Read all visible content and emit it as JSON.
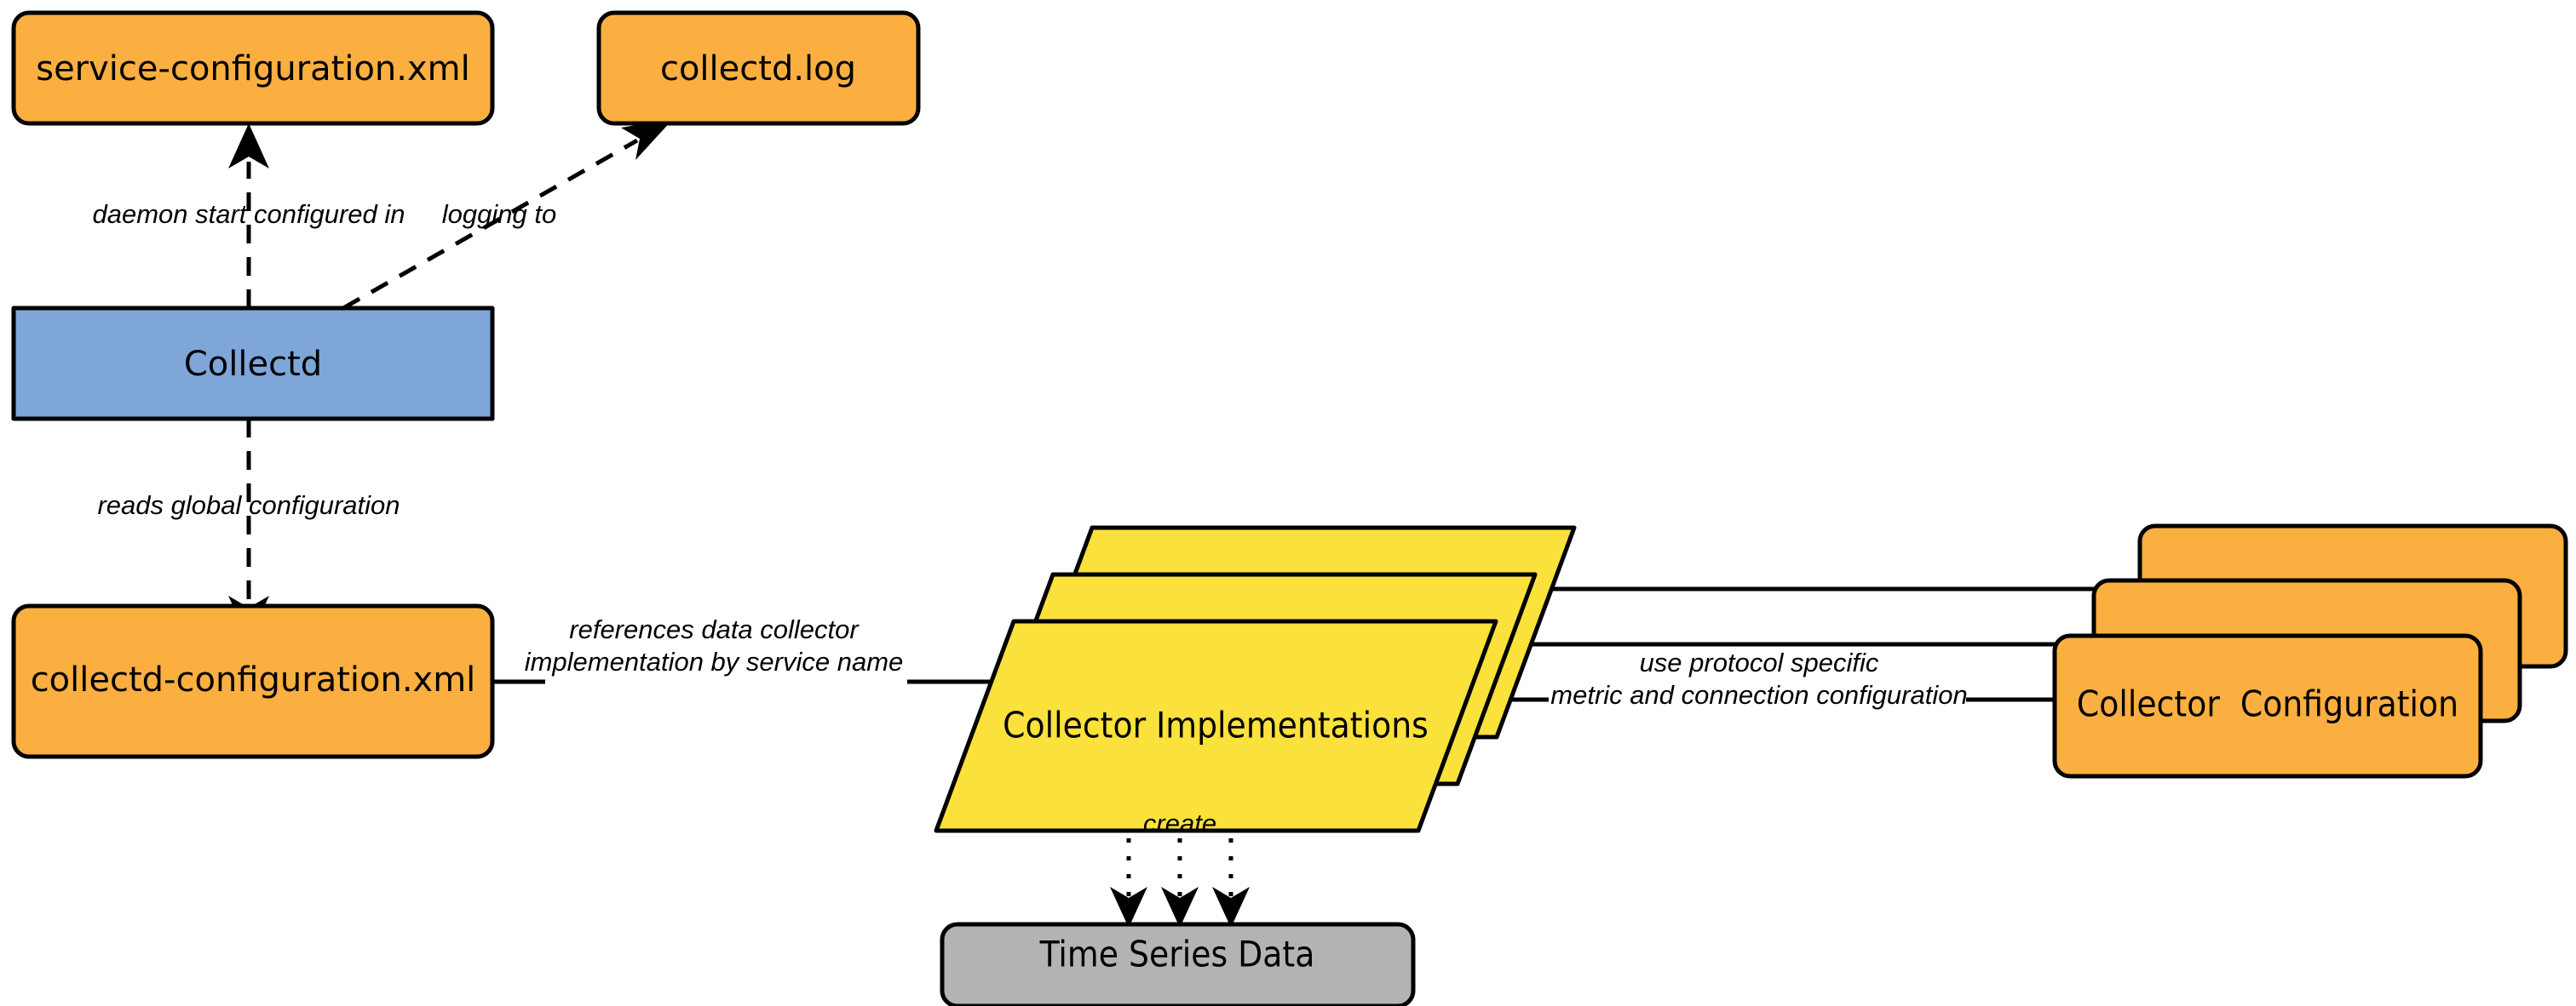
{
  "diagram": {
    "title": "Collectd Architecture",
    "background": "#ffffff",
    "palette": {
      "orange": "#FAAF40",
      "blue": "#7EA6D9",
      "yellow": "#FAE13C",
      "grey": "#B3B3B3",
      "stroke": "#000000"
    },
    "nodes": {
      "service_configuration_xml": {
        "label": "service-configuration.xml",
        "shape": "rounded-rect",
        "color": "#FAAF40"
      },
      "collectd_log": {
        "label": "collectd.log",
        "shape": "rounded-rect",
        "color": "#FAAF40"
      },
      "collectd": {
        "label": "Collectd",
        "shape": "rect",
        "color": "#7EA6D9"
      },
      "collectd_configuration_xml": {
        "label": "collectd-configuration.xml",
        "shape": "rounded-rect",
        "color": "#FAAF40"
      },
      "collector_implementations": {
        "label": "Collector Implementations",
        "shape": "parallelogram-stack",
        "color": "#FAE13C",
        "stack_count": 3
      },
      "collector_configuration": {
        "label": "Collector  Configuration",
        "shape": "rounded-rect-stack",
        "color": "#FAAF40",
        "stack_count": 3
      },
      "time_series_data": {
        "label": "Time Series Data",
        "shape": "rounded-rect",
        "color": "#B3B3B3"
      }
    },
    "edges": [
      {
        "id": "daemon-start-configured-in",
        "label": "daemon start configured in",
        "from": "collectd",
        "to": "service_configuration_xml",
        "style": "dashed",
        "arrow": "target"
      },
      {
        "id": "logging-to",
        "label": "logging to",
        "from": "collectd",
        "to": "collectd_log",
        "style": "dashed",
        "arrow": "target"
      },
      {
        "id": "reads-global-configuration",
        "label": "reads global configuration",
        "from": "collectd",
        "to": "collectd_configuration_xml",
        "style": "dashed",
        "arrow": "target"
      },
      {
        "id": "references-data-collector",
        "label_line1": "references data collector",
        "label_line2": "implementation by service name",
        "from": "collectd_configuration_xml",
        "to": "collector_implementations",
        "style": "solid",
        "arrow": "none"
      },
      {
        "id": "use-protocol-specific",
        "label_line1": "use protocol specific",
        "label_line2": "metric and connection configuration",
        "from": "collector_implementations",
        "to": "collector_configuration",
        "style": "solid",
        "arrow": "none"
      },
      {
        "id": "create",
        "label": "create",
        "from": "collector_implementations",
        "to": "time_series_data",
        "style": "dotted",
        "arrow": "target"
      }
    ]
  }
}
